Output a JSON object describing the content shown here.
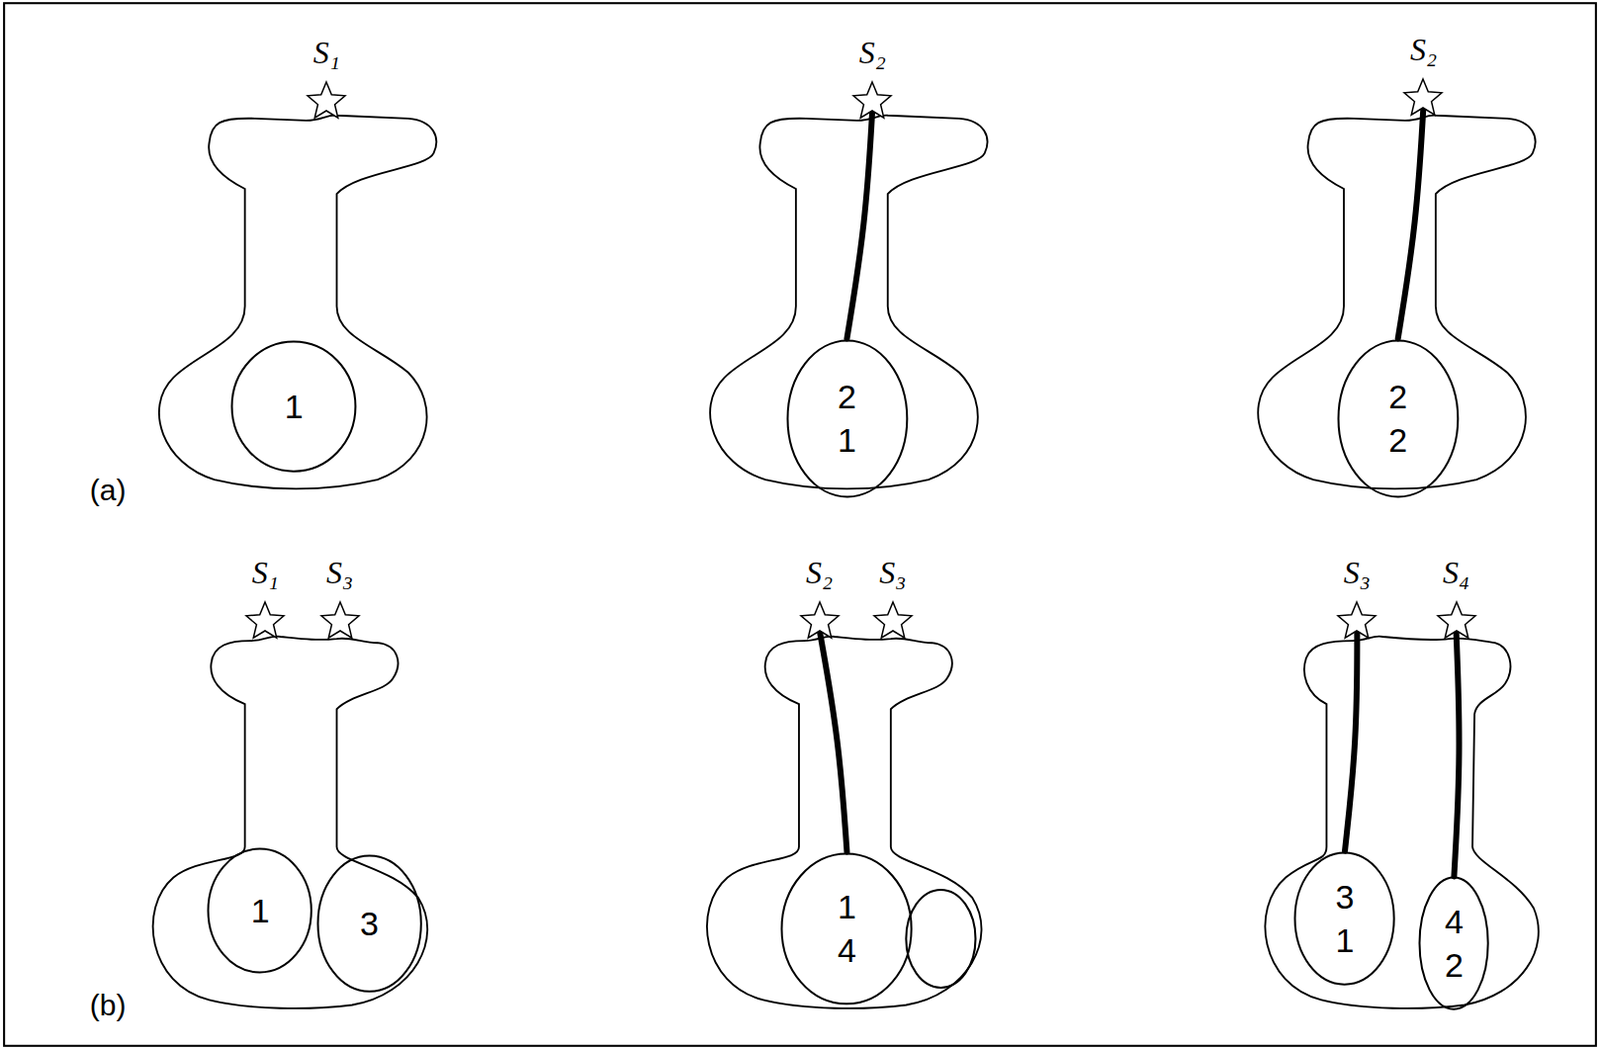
{
  "diagram": {
    "nodes": [
      {
        "text": [
          "S₁"
        ]
      },
      {
        "text": [
          "1"
        ]
      },
      {
        "text": [
          "S₂"
        ]
      },
      {
        "text": [
          "2 1"
        ]
      },
      {
        "text": [
          "S₂"
        ]
      },
      {
        "text": [
          "2 2"
        ]
      },
      {
        "text": [
          "S₁"
        ]
      },
      {
        "text": [
          "S₃"
        ]
      },
      {
        "text": [
          "1"
        ]
      },
      {
        "text": [
          "3"
        ]
      },
      {
        "text": [
          "S₂"
        ]
      },
      {
        "text": [
          "S₃"
        ]
      },
      {
        "text": [
          "1 4"
        ]
      },
      {
        "text": [
          "S₃"
        ]
      },
      {
        "text": [
          "S₄"
        ]
      },
      {
        "text": [
          "3 1"
        ]
      },
      {
        "text": [
          "4 2"
        ]
      }
    ],
    "edges": [
      {
        "from": 2,
        "to": 3,
        "arrow": "none"
      },
      {
        "from": 4,
        "to": 5,
        "arrow": "none"
      },
      {
        "from": 10,
        "to": 12,
        "arrow": "none"
      },
      {
        "from": 13,
        "to": 15,
        "arrow": "none"
      },
      {
        "from": 14,
        "to": 16,
        "arrow": "none"
      }
    ],
    "labels": [
      "(a)",
      "(b)"
    ]
  }
}
